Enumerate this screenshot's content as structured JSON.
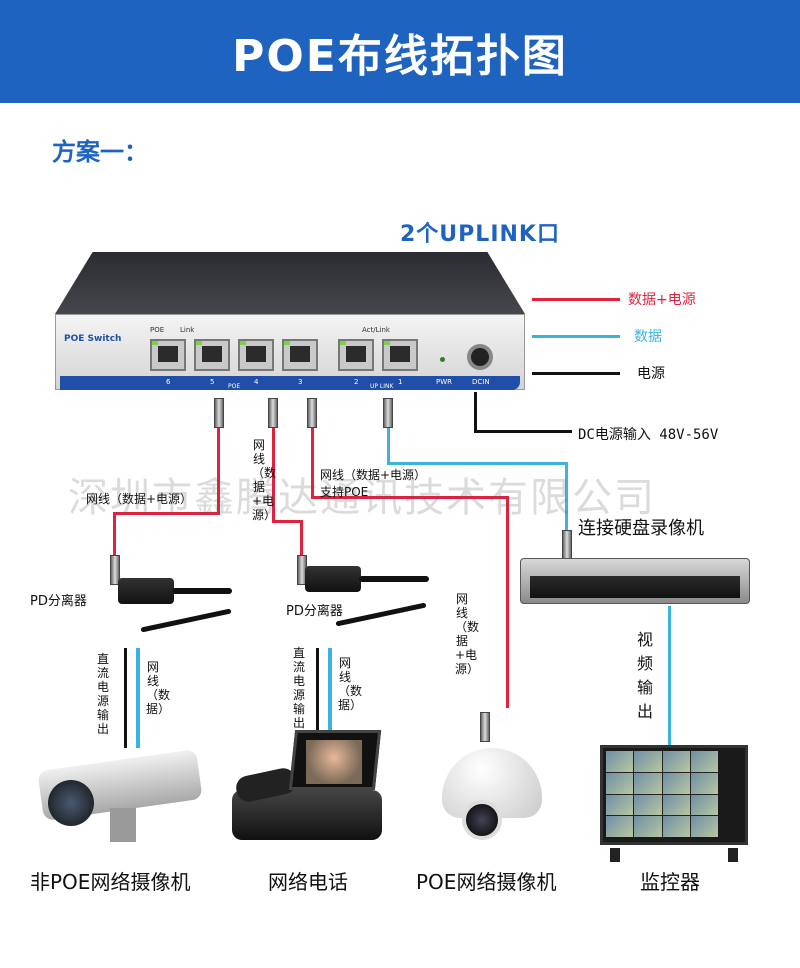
{
  "header": {
    "title": "POE布线拓扑图"
  },
  "scheme": {
    "title": "方案一："
  },
  "uplink": {
    "label": "2个UPLINK口"
  },
  "switch": {
    "brand": "POE Switch",
    "poe_label": "POE",
    "link_label": "Link",
    "actlink_label": "Act/Link",
    "poe_group": "POE",
    "uplink_group": "UP LINK",
    "pwr": "PWR",
    "dcin": "DCIN",
    "ports": [
      "6",
      "5",
      "4",
      "3",
      "2",
      "1"
    ]
  },
  "legend": [
    {
      "text": "数据+电源",
      "color": "#e0223f"
    },
    {
      "text": "数据",
      "color": "#3bb3e0"
    },
    {
      "text": "电源",
      "color": "#111111"
    }
  ],
  "dc_input": "DC电源输入 48V-56V",
  "watermark": "深圳市鑫腾达通讯技术有限公司",
  "labels": {
    "cable_data_power_1": "网线（数据+电源）",
    "cable_vertical": "网线（数据+电源）",
    "cable_support_1": "网线（数据+电源）",
    "cable_support_2": "支持POE",
    "cable_dome": "网线（数据+电源）",
    "pd_splitter_1": "PD分离器",
    "pd_splitter_2": "PD分离器",
    "dc_out_1": "直流电源输出",
    "net_data_1": "网线（数据）",
    "dc_out_2": "直流电源输出",
    "net_data_2": "网线（数据）",
    "dvr": "连接硬盘录像机",
    "video_out": "视频输出"
  },
  "devices": {
    "non_poe_camera": "非POE网络摄像机",
    "ip_phone": "网络电话",
    "poe_camera": "POE网络摄像机",
    "monitor": "监控器"
  }
}
